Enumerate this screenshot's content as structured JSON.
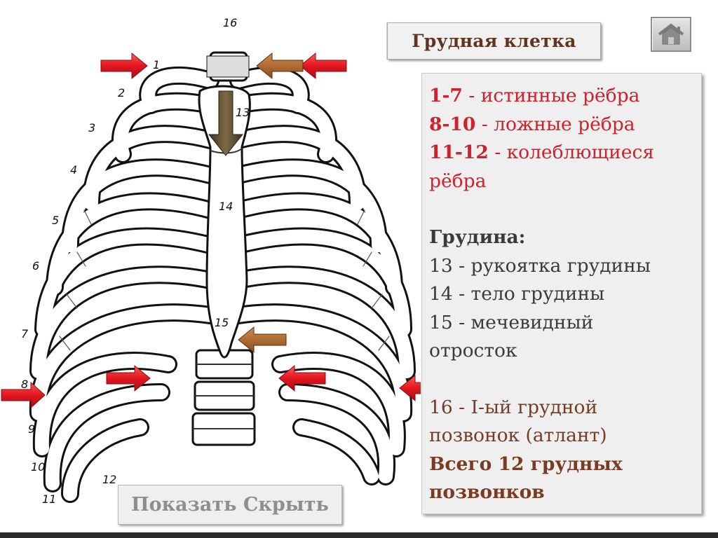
{
  "title": "Грудная клетка",
  "home_button": {
    "icon": "home-icon"
  },
  "illustration": {
    "labels": [
      "16",
      "1",
      "2",
      "3",
      "4",
      "5",
      "6",
      "7",
      "8",
      "9",
      "10",
      "11",
      "12",
      "13",
      "14",
      "15"
    ]
  },
  "info": {
    "true_ribs": {
      "num": "1-7",
      "text": " - истинные рёбра"
    },
    "false_ribs": {
      "num": "8-10",
      "text": " -  ложные рёбра"
    },
    "floating_ribs": {
      "num": "11-12",
      "text": "  - колеблющиеся",
      "text2": "рёбра"
    },
    "sternum_heading": "Грудина:",
    "item13": {
      "num": "13",
      "text": " -  рукоятка грудины"
    },
    "item14": {
      "num": "14",
      "text": " -  тело грудины"
    },
    "item15": {
      "num": "15",
      "text": " -  мечевидный",
      "text2": "отросток"
    },
    "item16": {
      "num": "16",
      "text": " -  I-ый грудной",
      "text2": "позвонок (атлант)"
    },
    "total": {
      "line1": "Всего 12 грудных",
      "line2": "позвонков"
    }
  },
  "toggle_button": {
    "label": "Показать Скрыть"
  },
  "colors": {
    "title": "#5f3420",
    "accent_red": "#d0202a",
    "accent_brown": "#7a3b22",
    "arrow_red": "#e0202a",
    "arrow_brown": "#a0622e",
    "arrow_dark": "#5b4a2c"
  }
}
